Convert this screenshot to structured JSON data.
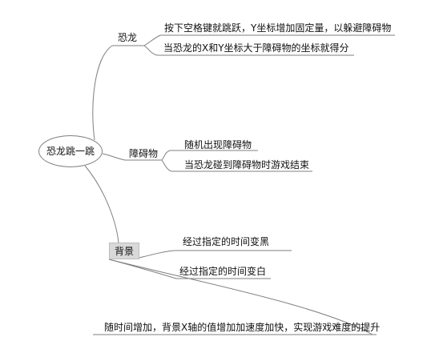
{
  "root": {
    "label": "恐龙跳一跳"
  },
  "branches": [
    {
      "label": "恐龙",
      "children": [
        "按下空格键就跳跃，Y坐标增加固定量，以躲避障碍物",
        "当恐龙的X和Y坐标大于障碍物的坐标就得分"
      ]
    },
    {
      "label": "障碍物",
      "children": [
        "随机出现障碍物",
        "当恐龙碰到障碍物时游戏结束"
      ]
    },
    {
      "label": "背景",
      "children": [
        "经过指定的时间变黑",
        "经过指定的时间变白",
        "随时间增加，背景X轴的值增加加速度加快，实现游戏难度的提升"
      ]
    }
  ],
  "colors": {
    "line": "#7f7f7f",
    "highlight_fill": "#d9d9d9"
  }
}
